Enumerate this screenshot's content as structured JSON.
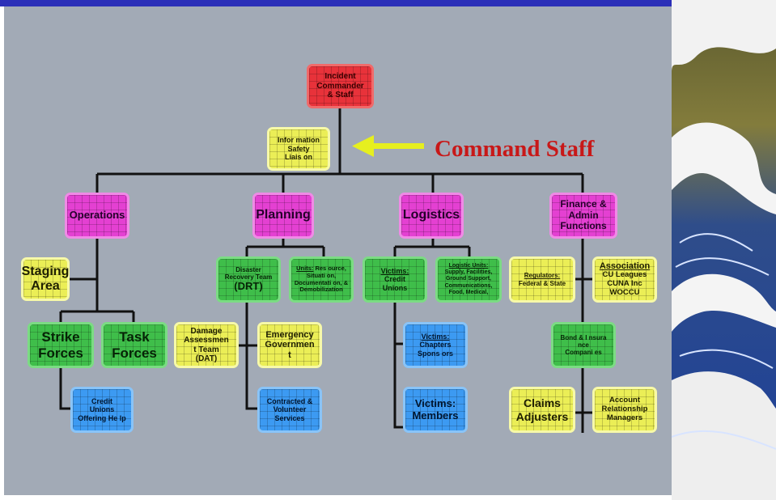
{
  "colors": {
    "line": "#111111",
    "arrow": "#e6ef1f",
    "label": "#c81818",
    "top_bar": "#2b2fb8",
    "panel": "#a2aab6"
  },
  "callout": {
    "label": "Command Staff",
    "icon": "left-arrow-icon"
  },
  "nodes": {
    "incident_commander": {
      "l1": "Incident",
      "l2": "Commander",
      "l3": "& Staff"
    },
    "command_staff": {
      "l1": "Infor mation",
      "l2": "Safety",
      "l3": "Liais on"
    },
    "operations": {
      "label": "Operations"
    },
    "planning": {
      "label": "Planning"
    },
    "logistics": {
      "label": "Logistics"
    },
    "finance": {
      "l1": "Finance &",
      "l2": "Admin",
      "l3": "Functions"
    },
    "staging": {
      "l1": "Staging",
      "l2": "Area"
    },
    "strike": {
      "l1": "Strike",
      "l2": "Forces"
    },
    "task": {
      "l1": "Task",
      "l2": "Forces"
    },
    "cu_help": {
      "l1": "Credit",
      "l2": "Unions",
      "l3": "Offering He lp"
    },
    "drt": {
      "l1": "Disaster",
      "l2": "Recovery Team",
      "l3": "(DRT)"
    },
    "units": {
      "head": "Units:",
      "rest": " Res ource,",
      "l2": "Situati on,",
      "l3": "Documentati on, &",
      "l4": "Demobilization"
    },
    "dat": {
      "l1": "Damage",
      "l2": "Assessmen",
      "l3": "t Team",
      "l4": "(DAT)"
    },
    "emergency": {
      "l1": "Emergency",
      "l2": "Governmen",
      "l3": "t"
    },
    "contracted": {
      "l1": "Contracted &",
      "l2": "Volunteer",
      "l3": "Services"
    },
    "victims_cu": {
      "head": "Victims:",
      "l2": "Credit",
      "l3": "Unions"
    },
    "logistic_units": {
      "head": "Logistic Units:",
      "l2": "Supply, Facilities,",
      "l3": "Ground Support,",
      "l4": "Communications,",
      "l5": "Food, Medical,"
    },
    "victims_chapters": {
      "head": "Victims:",
      "l2": "Chapters",
      "l3": "Spons ors"
    },
    "victims_members": {
      "l1": "Victims:",
      "l2": "Members"
    },
    "regulators": {
      "head": "Regulators:",
      "l2": "Federal & State"
    },
    "association": {
      "head": "Association",
      "l2": "CU Leagues",
      "l3": "CUNA Inc",
      "l4": "WOCCU"
    },
    "bond": {
      "l1": "Bond & I nsura nce",
      "l2": "Compani es"
    },
    "claims": {
      "l1": "Claims",
      "l2": "Adjusters"
    },
    "account": {
      "l1": "Account",
      "l2": "Relationship",
      "l3": "Managers"
    }
  }
}
